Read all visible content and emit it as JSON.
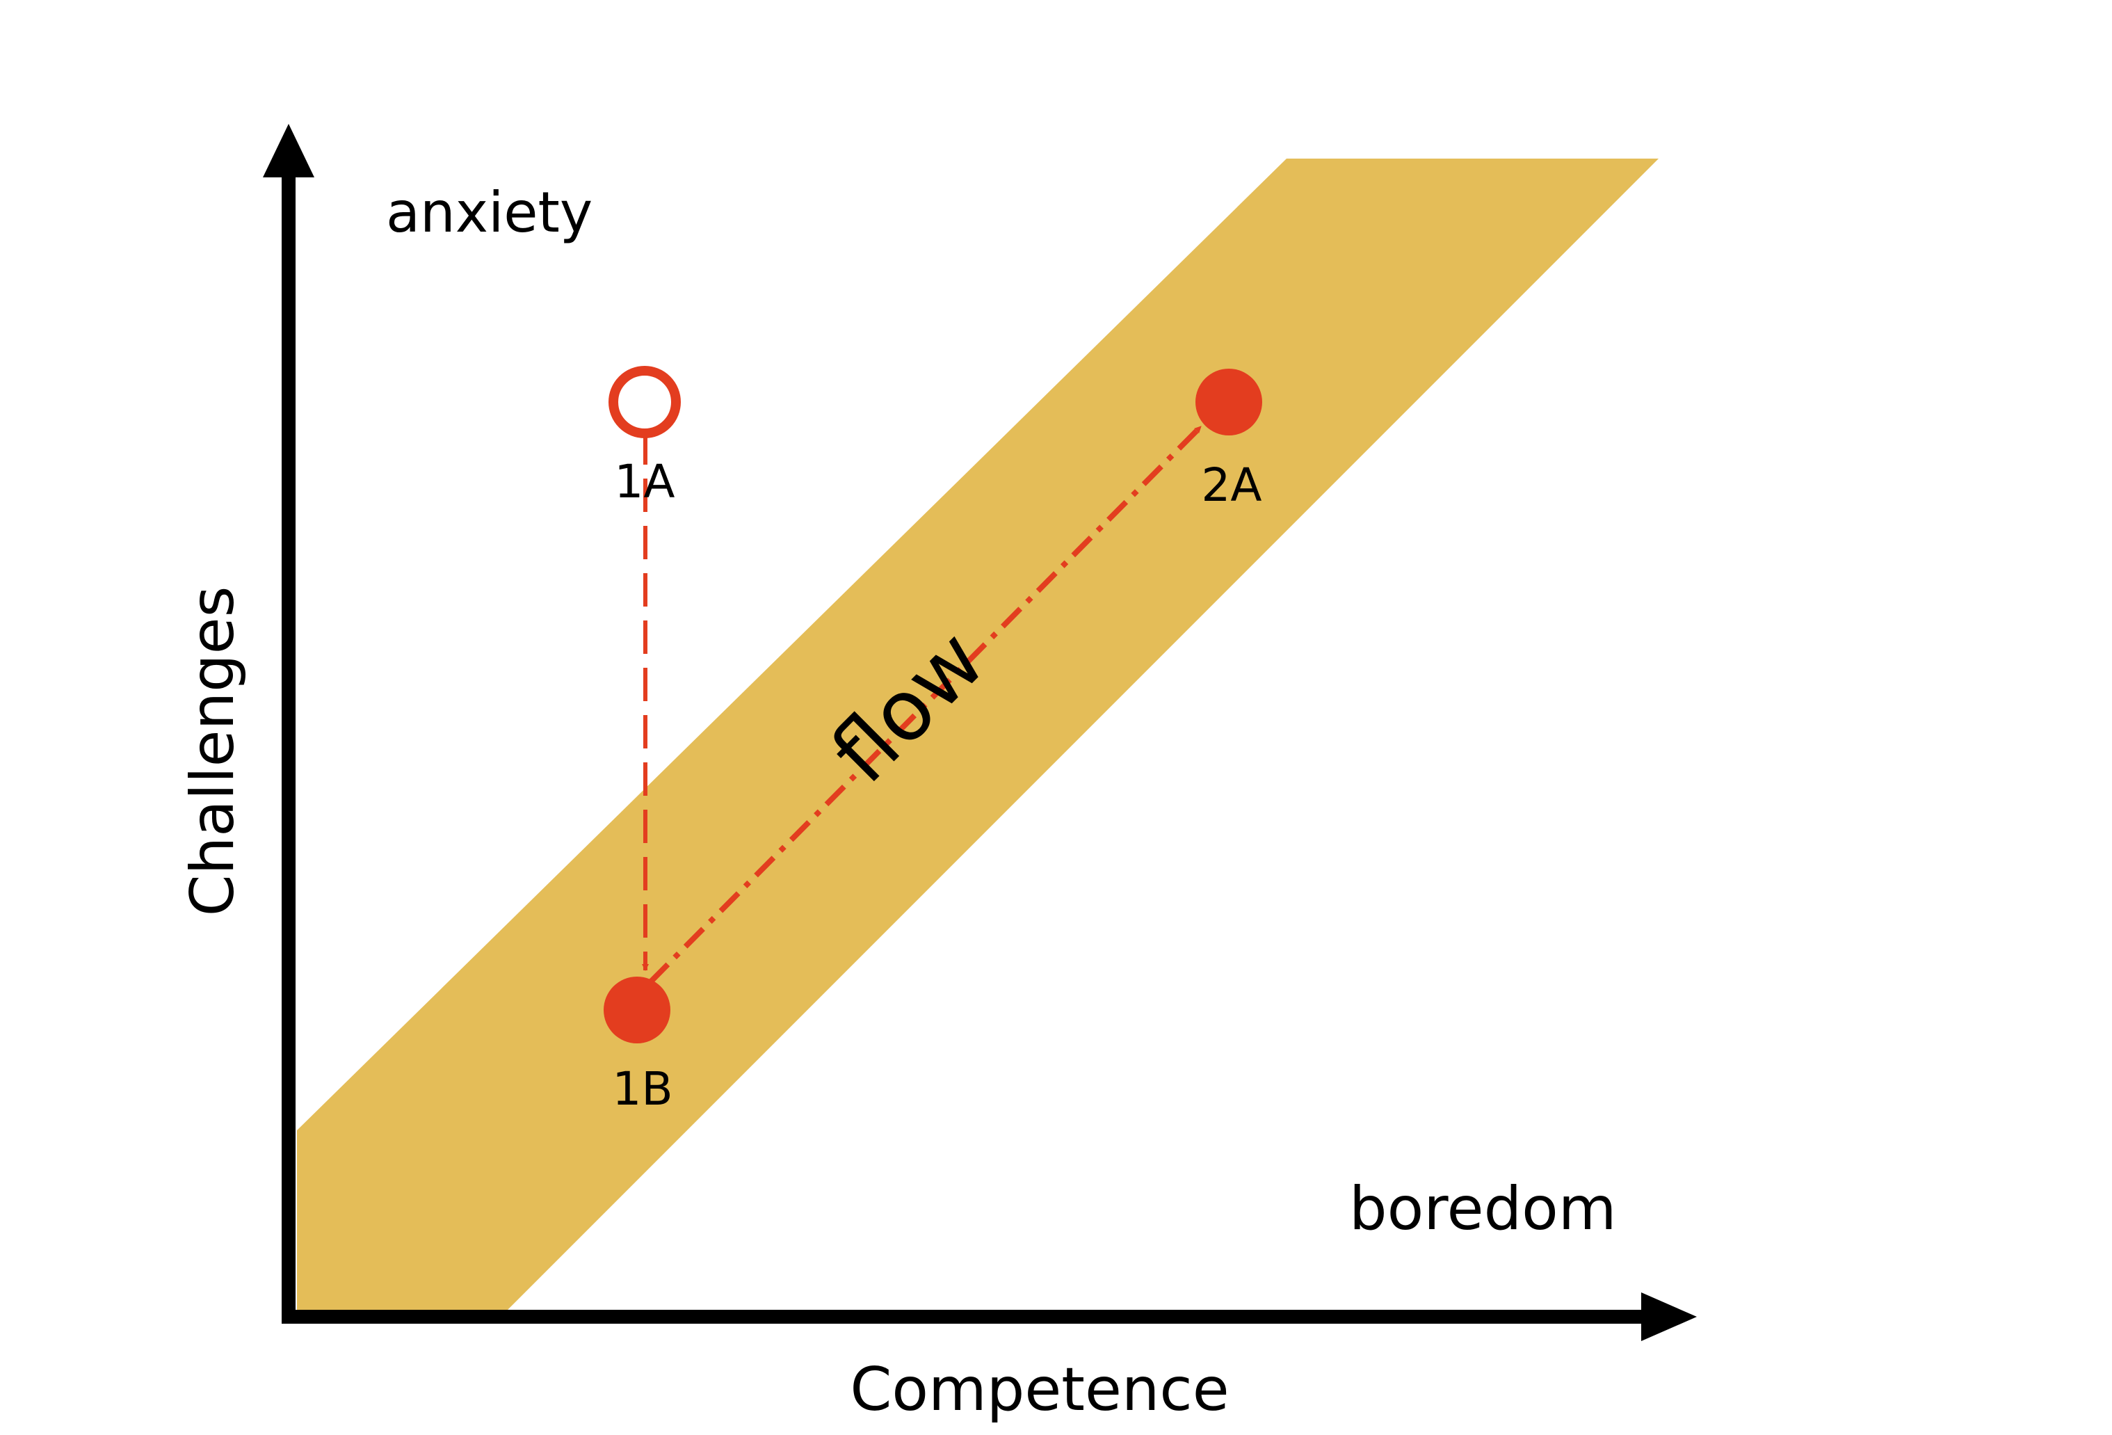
{
  "diagram": {
    "title": "",
    "y_axis_label": "Challenges",
    "x_axis_label": "Competence",
    "region_labels": {
      "top_left": "anxiety",
      "bottom_right": "boredom",
      "band": "flow"
    },
    "points": [
      {
        "id": "1A",
        "label": "1A",
        "style": "hollow"
      },
      {
        "id": "1B",
        "label": "1B",
        "style": "filled"
      },
      {
        "id": "2A",
        "label": "2A",
        "style": "filled"
      }
    ],
    "transitions": [
      {
        "from": "1A",
        "to": "1B",
        "line": "dashed"
      },
      {
        "from": "1B",
        "to": "2A",
        "line": "dash-dot"
      }
    ],
    "colors": {
      "flow_band": "#E4BD58",
      "points": "#E33D1F",
      "axes": "#000000",
      "background": "#FFFFFF"
    }
  }
}
